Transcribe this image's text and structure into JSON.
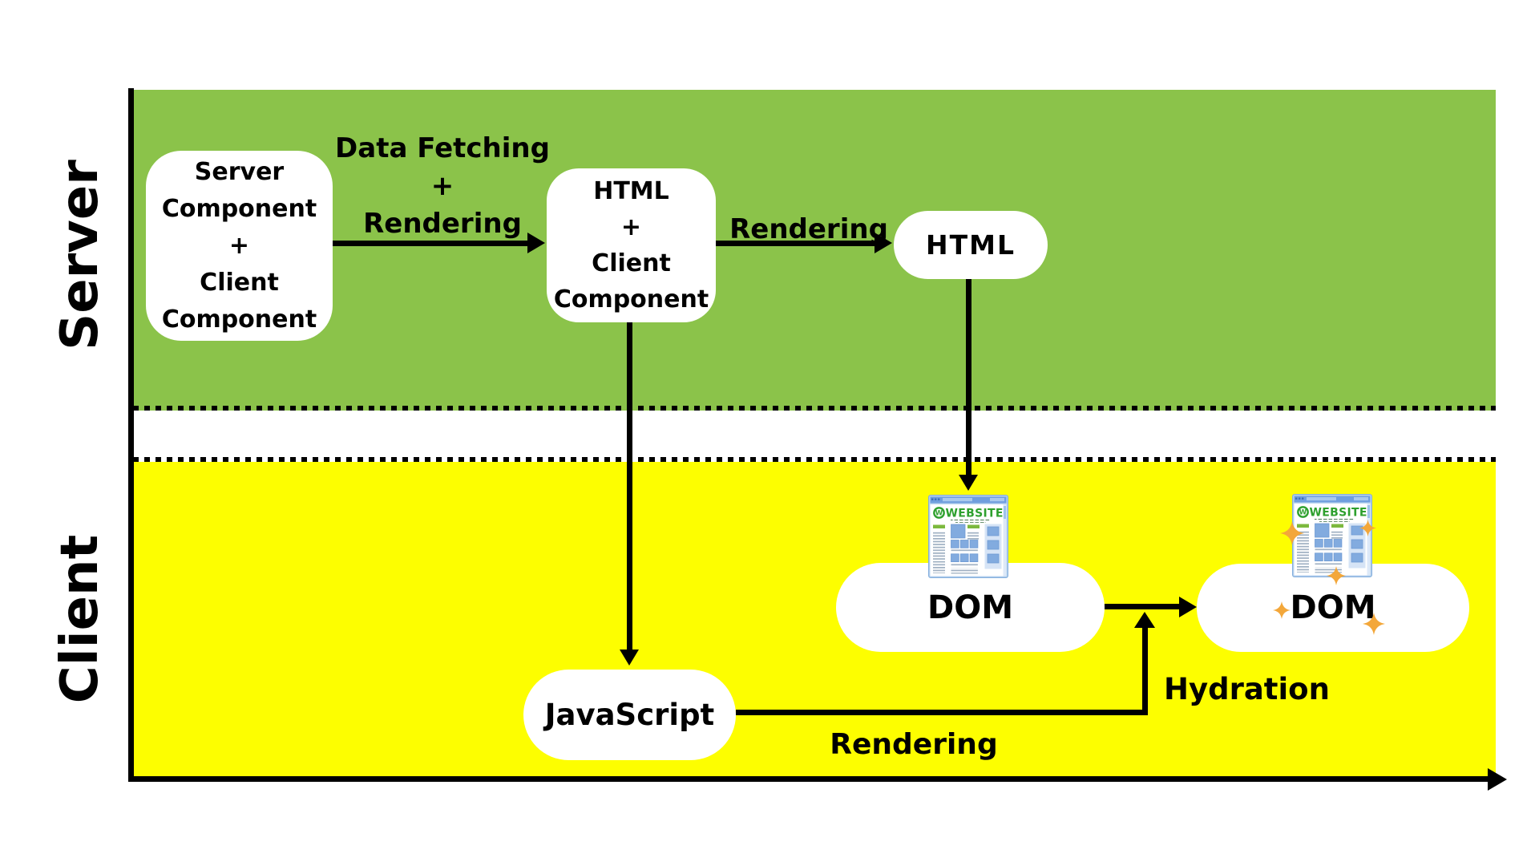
{
  "axes": {
    "server_band_label": "Server",
    "client_band_label": "Client"
  },
  "colors": {
    "server_band": "#8bc34a",
    "client_band": "#fdfe00",
    "node_fill": "#ffffff",
    "line": "#000000",
    "sparkle": "#f3a73a",
    "icon_green": "#2ea02e",
    "icon_blue": "#82abdf"
  },
  "nodes": {
    "server_client_component": {
      "lines": [
        "Server",
        "Component",
        "+",
        "Client",
        "Component"
      ]
    },
    "html_client_component": {
      "lines": [
        "HTML",
        "+",
        "Client",
        "Component"
      ]
    },
    "html": {
      "label": "HTML"
    },
    "dom": {
      "label": "DOM"
    },
    "javascript": {
      "label": "JavaScript"
    },
    "dom_hydrated": {
      "label": "DOM"
    }
  },
  "edges": {
    "data_fetching_rendering": {
      "lines": [
        "Data Fetching",
        "+",
        "Rendering"
      ]
    },
    "rendering_server": {
      "label": "Rendering"
    },
    "rendering_client": {
      "label": "Rendering"
    },
    "hydration": {
      "label": "Hydration"
    }
  },
  "website_icon": {
    "title": "WEBSITE",
    "logo_letter": "W"
  }
}
